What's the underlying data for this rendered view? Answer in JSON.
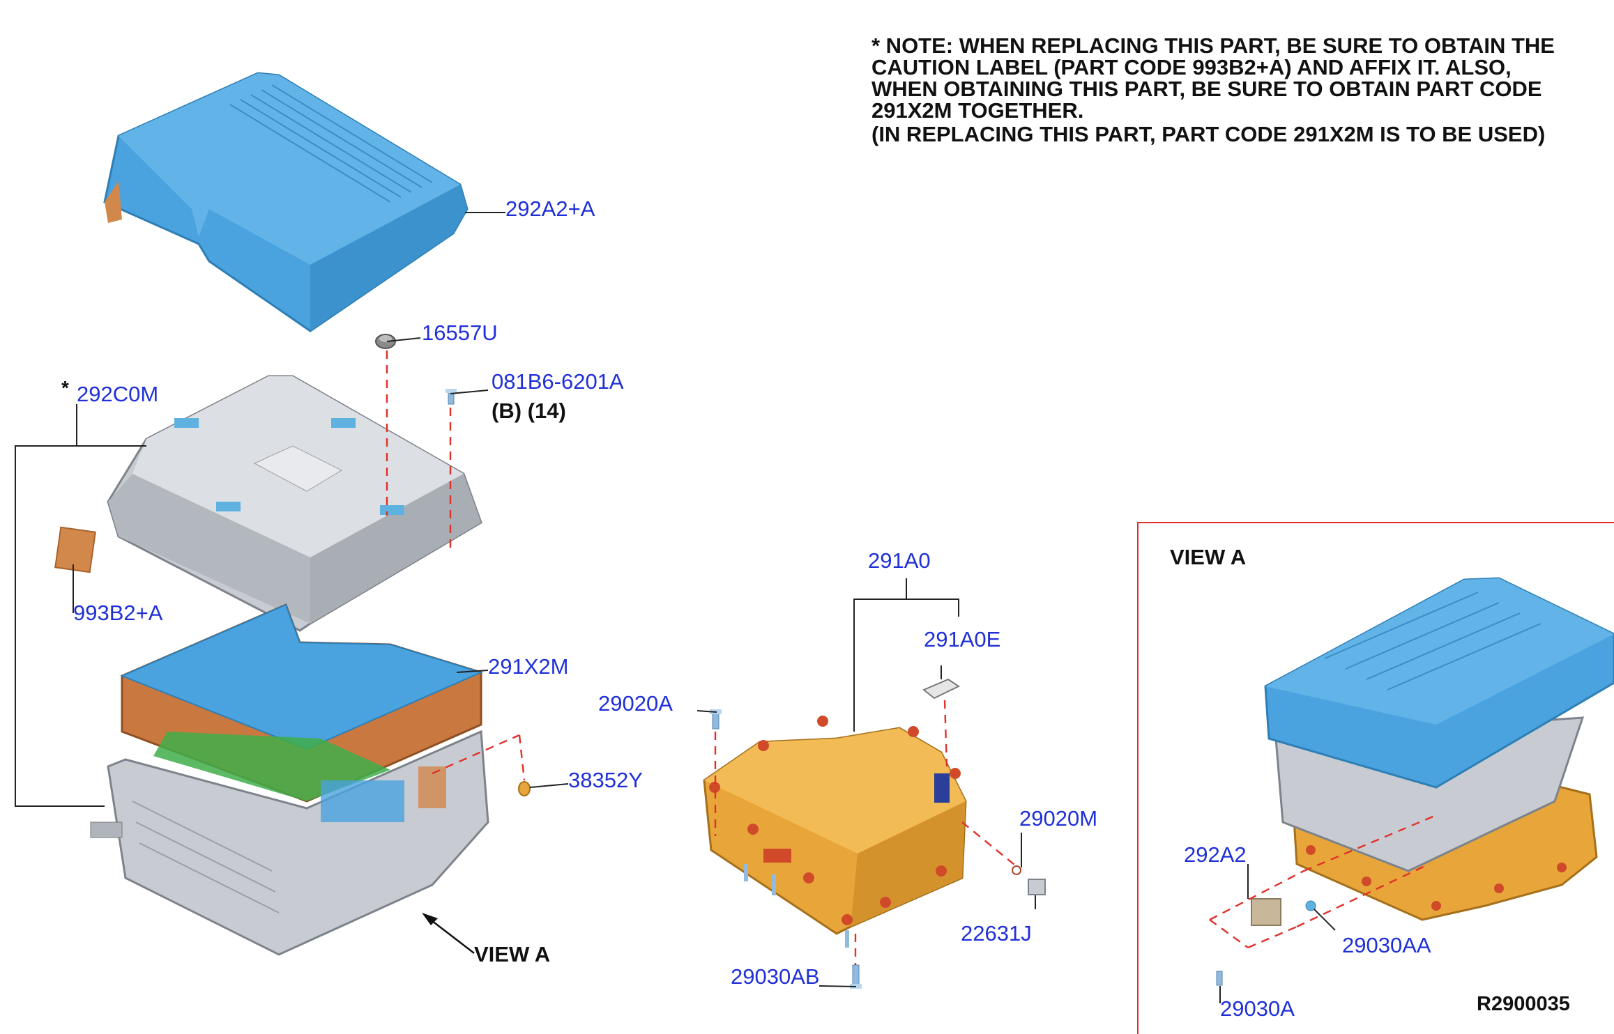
{
  "note": {
    "lines": [
      "* NOTE: WHEN REPLACING THIS PART, BE SURE TO OBTAIN THE",
      "CAUTION LABEL (PART CODE 993B2+A) AND AFFIX IT. ALSO,",
      "WHEN OBTAINING THIS PART, BE SURE TO OBTAIN PART CODE",
      "291X2M TOGETHER.",
      "(IN REPLACING THIS PART, PART CODE 291X2M IS TO BE USED)"
    ]
  },
  "callouts": {
    "upper_cover": "292A2+A",
    "cap": "16557U",
    "bolt": "081B6-6201A",
    "bolt_qty": "(B) (14)",
    "asterisk": "*",
    "inverter_case": "292C0M",
    "caution_label": "993B2+A",
    "insulator": "291X2M",
    "clip": "38352Y",
    "view_a_arrow": "VIEW A",
    "inverter_assy": "291A0",
    "gasket": "291A0E",
    "bolt_left": "29020A",
    "bolt_right": "29020M",
    "connector": "22631J",
    "bolt_bottom": "29030AB"
  },
  "view_a": {
    "title": "VIEW A",
    "bracket": "292A2",
    "bolt_aa": "29030AA",
    "bolt_a": "29030A",
    "diagram_code": "R2900035"
  },
  "colors": {
    "cover_blue": "#4aa3de",
    "case_silver": "#c8ccd2",
    "insulator_copper": "#c9783f",
    "board_green": "#3fae4a",
    "housing_gold": "#e8a63a",
    "callout_blue": "#1f2fd8",
    "dash_red": "#e0302a"
  }
}
